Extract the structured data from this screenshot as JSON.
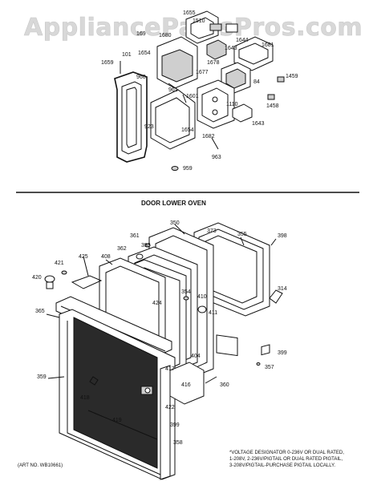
{
  "watermark": "AppliancePartsPros.com",
  "section_title": "DOOR LOWER OVEN",
  "art_no": "(ART NO. WB10661)",
  "voltage_note": [
    "*VOLTAGE DESIGNATOR 0-236V OR DUAL RATED,",
    "1-208V, 2-236V/PIGTAIL OR DUAL RATED PIGTAIL,",
    "3-208V/PIGTAIL-PURCHASE PIGTAIL LOCALLY."
  ],
  "upper_labels": [
    "1655",
    "1510",
    "169",
    "1680",
    "1644",
    "1643",
    "1681",
    "101",
    "1654",
    "1678",
    "1659",
    "960",
    "1677",
    "961",
    "1459",
    "84",
    "1601",
    "1110",
    "1458",
    "923",
    "1654",
    "1643",
    "1682",
    "963",
    "959"
  ],
  "lower_labels": [
    "350",
    "355",
    "398",
    "373",
    "361",
    "393",
    "362",
    "408",
    "421",
    "425",
    "420",
    "314",
    "354",
    "410",
    "424",
    "411",
    "365",
    "404",
    "399",
    "417",
    "357",
    "359",
    "416",
    "360",
    "418",
    "422",
    "419",
    "399",
    "358"
  ]
}
